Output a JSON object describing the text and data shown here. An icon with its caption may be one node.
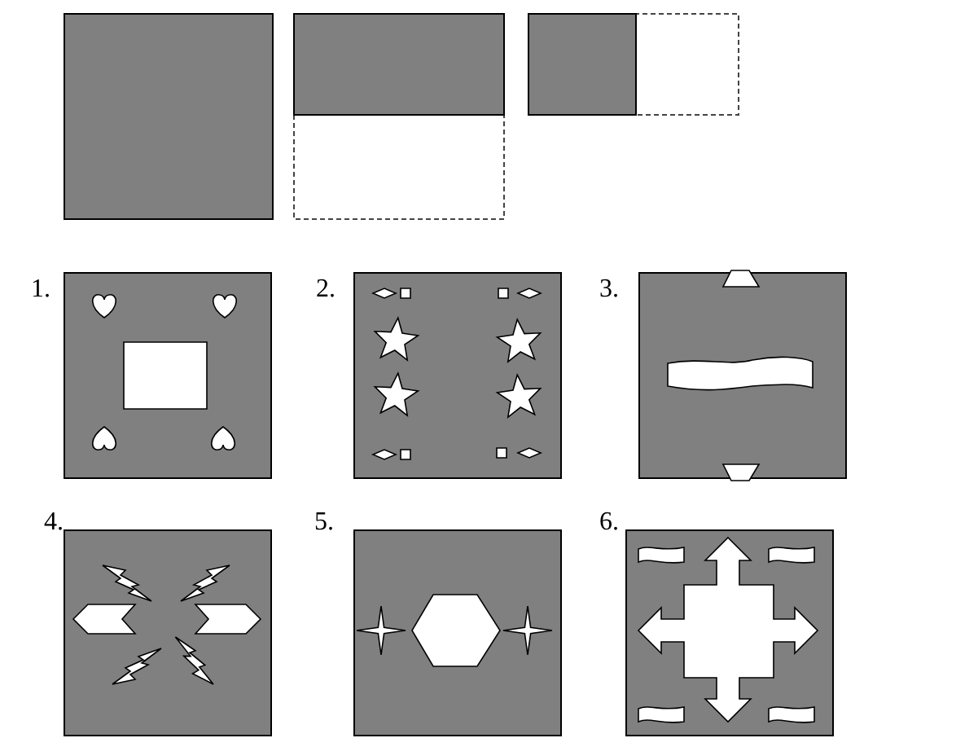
{
  "diagram": {
    "nodes": [
      {
        "text": [],
        "shape": "box"
      },
      {
        "text": [],
        "shape": "box"
      },
      {
        "text": [],
        "shape": "box"
      },
      {
        "text": [],
        "shape": "box",
        "beside": [
          "1."
        ]
      },
      {
        "text": [],
        "shape": "box",
        "beside": [
          "2."
        ]
      },
      {
        "text": [],
        "shape": "box",
        "beside": [
          "3."
        ]
      },
      {
        "text": [],
        "shape": "box",
        "beside": [
          "4."
        ]
      },
      {
        "text": [],
        "shape": "box",
        "beside": [
          "5."
        ]
      },
      {
        "text": [],
        "shape": "box",
        "beside": [
          "6."
        ]
      }
    ]
  }
}
